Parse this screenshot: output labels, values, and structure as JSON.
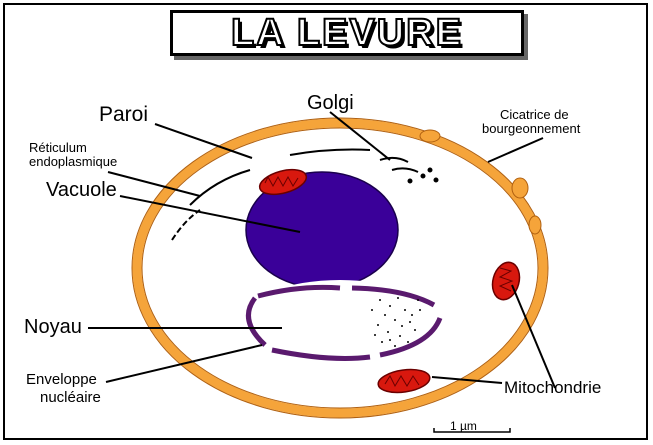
{
  "title": "LA LEVURE",
  "labels": {
    "paroi": "Paroi",
    "golgi": "Golgi",
    "cicatrice_line1": "Cicatrice de",
    "cicatrice_line2": "bourgeonnement",
    "reticulum_line1": "Réticulum",
    "reticulum_line2": "endoplasmique",
    "vacuole": "Vacuole",
    "noyau": "Noyau",
    "enveloppe_line1": "Enveloppe",
    "enveloppe_line2": "nucléaire",
    "mitochondrie": "Mitochondrie",
    "scale": "1 µm"
  },
  "colors": {
    "cell_wall": "#f5a43a",
    "vacuole": "#3a0099",
    "mitochondria": "#d8180e",
    "nuclear_envelope": "#5a1a6e"
  }
}
